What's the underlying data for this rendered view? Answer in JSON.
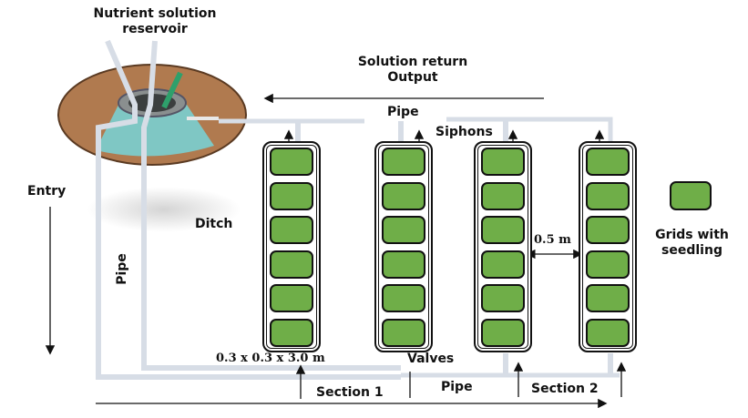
{
  "labels": {
    "reservoir": [
      "Nutrient solution",
      "reservoir"
    ],
    "solution_return": [
      "Solution return",
      "Output"
    ],
    "pipe_top": "Pipe",
    "siphons": "Siphons",
    "entry": "Entry",
    "ditch": "Ditch",
    "pipe_left": "Pipe",
    "dimensions": "0.3 x 0.3 x 3.0 m",
    "valves": "Valves",
    "pipe_bottom": "Pipe",
    "section1": "Section 1",
    "section2": "Section 2",
    "spacing": "0.5 m",
    "legend": [
      "Grids with",
      "seedling"
    ]
  },
  "colors": {
    "grid_fill": "#6fae48",
    "pipe": "#d7dde6",
    "reservoir_body": "#7fc7c4",
    "soil": "#b07a4f"
  },
  "troughs": [
    {
      "name": "trough-1",
      "cells": 6
    },
    {
      "name": "trough-2",
      "cells": 6
    },
    {
      "name": "trough-3",
      "cells": 6
    },
    {
      "name": "trough-4",
      "cells": 6
    }
  ]
}
